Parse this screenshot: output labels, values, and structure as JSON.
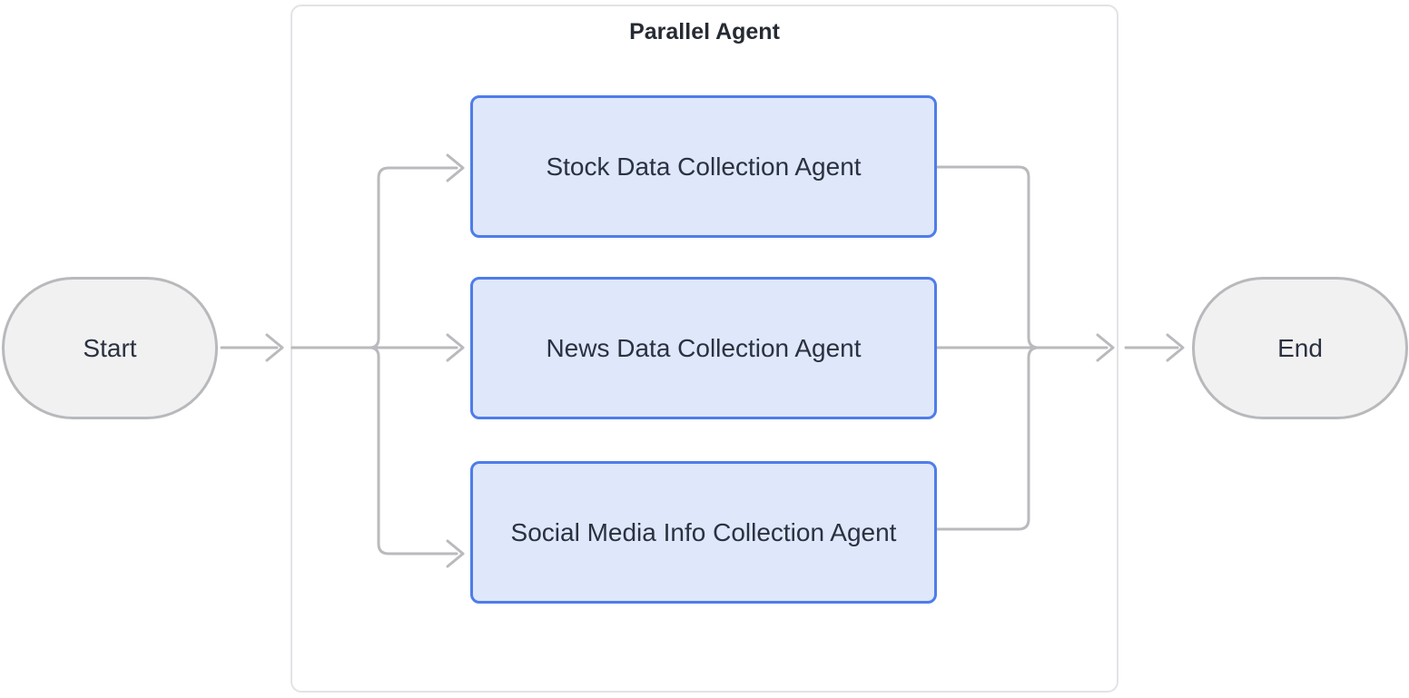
{
  "diagram": {
    "group_title": "Parallel Agent",
    "nodes": {
      "start": {
        "label": "Start",
        "shape": "stadium"
      },
      "end": {
        "label": "End",
        "shape": "stadium"
      },
      "agents": [
        {
          "label": "Stock Data Collection Agent"
        },
        {
          "label": "News Data Collection Agent"
        },
        {
          "label": "Social Media Info Collection Agent"
        }
      ]
    },
    "flow": "Start -> [Stock Data Collection Agent | News Data Collection Agent | Social Media Info Collection Agent] -> End",
    "colors": {
      "agent_fill": "#dfe7fb",
      "agent_border": "#4e7de9",
      "terminal_fill": "#f1f1f2",
      "terminal_border": "#b7b9bc",
      "edge": "#b9babd",
      "group_border": "#e2e3e6",
      "text": "#2a3140",
      "title_text": "#262b33",
      "background": "#ffffff"
    }
  }
}
